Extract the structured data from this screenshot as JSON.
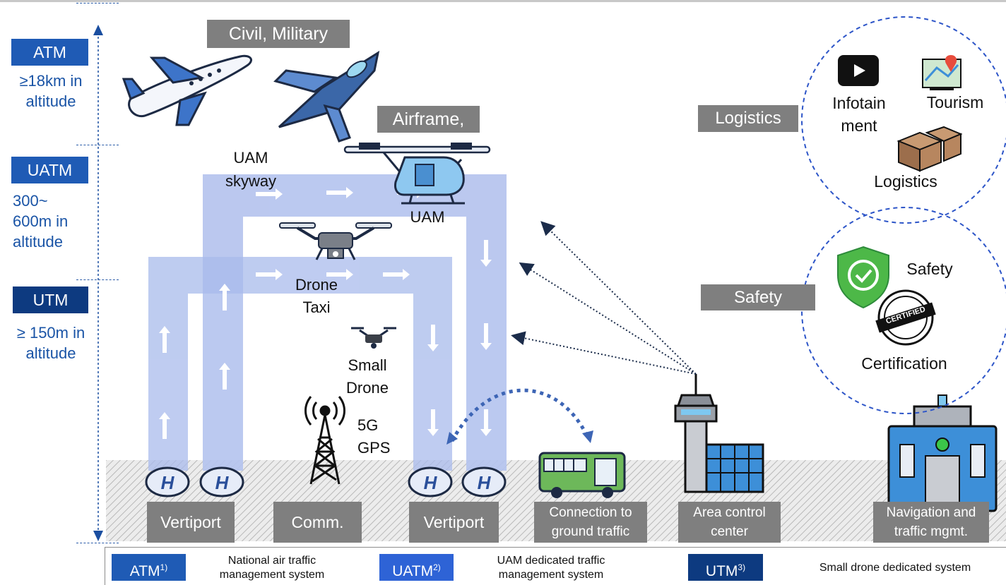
{
  "left_scale": {
    "atm": {
      "label": "ATM",
      "color": "#1f5bb5",
      "altitude": "≥18km in altitude"
    },
    "uatm": {
      "label": "UATM",
      "color": "#1f5bb5",
      "altitude": "300~ 600m in altitude"
    },
    "utm": {
      "label": "UTM",
      "color": "#0d3a80",
      "altitude": "≥ 150m in altitude"
    }
  },
  "sky_labels": {
    "civil_military": "Civil, Military",
    "airframe": "Airframe,",
    "uam_skyway": "UAM skyway",
    "uam": "UAM",
    "drone_taxi": "Drone Taxi",
    "small_drone": "Small Drone",
    "comm_signal": "5G GPS"
  },
  "services": {
    "logistics_tag": "Logistics",
    "infotainment": "Infotain ment",
    "tourism": "Tourism",
    "logistics": "Logistics",
    "safety_tag": "Safety",
    "safety": "Safety",
    "certification": "Certification",
    "certified_stamp": "CERTIFIED"
  },
  "ground_boxes": {
    "vertiport_1": "Vertiport",
    "comm": "Comm.",
    "vertiport_2": "Vertiport",
    "connection": "Connection to ground traffic",
    "area_control": "Area control center",
    "navigation": "Navigation and traffic mgmt."
  },
  "legend": {
    "atm_label": "ATM",
    "atm_sup": "1)",
    "atm_desc": "National air traffic management system",
    "uatm_label": "UATM",
    "uatm_sup": "2)",
    "uatm_desc": "UAM dedicated traffic management system",
    "utm_label": "UTM",
    "utm_sup": "3)",
    "utm_desc": "Small drone dedicated system"
  },
  "colors": {
    "corridor": "#b8c6ee",
    "altitude_text": "#1a54a6",
    "gray_tag": "#7f7f7f",
    "dashed_blue": "#2a5ba8"
  }
}
